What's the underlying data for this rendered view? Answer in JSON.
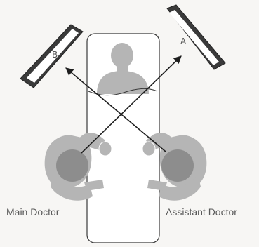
{
  "labels": {
    "main_doctor": "Main Doctor",
    "assistant_doctor": "Assistant Doctor",
    "monitor_a": "A",
    "monitor_b": "B"
  },
  "colors": {
    "background": "#f7f6f4",
    "person": "#b5b5b5",
    "head": "#8d8d8d",
    "outline": "#3a3a3a",
    "monitor_body": "#3a3a3a",
    "monitor_screen": "#ffffff",
    "text": "#595959"
  },
  "icons": {
    "monitor_a": "monitor-icon",
    "monitor_b": "monitor-icon",
    "patient": "patient-figure",
    "main_doctor": "doctor-figure",
    "assistant_doctor": "doctor-figure"
  }
}
